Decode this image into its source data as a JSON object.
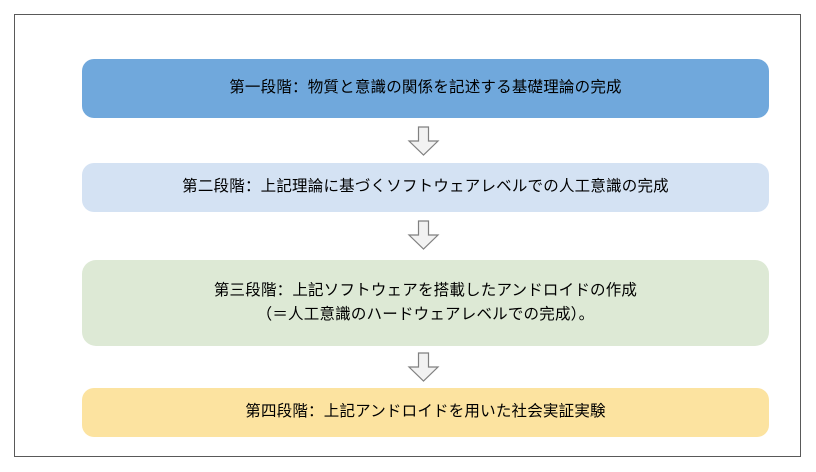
{
  "diagram": {
    "type": "vertical-flowchart",
    "orientation": "top-to-bottom",
    "frame": {
      "border_color": "#595959",
      "background": "#ffffff"
    },
    "stages": [
      {
        "id": "stage-1",
        "label": "第一段階：物質と意識の関係を記述する基礎理論の完成",
        "fill_color": "#70A8DC"
      },
      {
        "id": "stage-2",
        "label": "第二段階：上記理論に基づくソフトウェアレベルでの人工意識の完成",
        "fill_color": "#D4E2F3"
      },
      {
        "id": "stage-3",
        "label": "第三段階：上記ソフトウェアを搭載したアンドロイドの作成\n（＝人工意識のハードウェアレベルでの完成）。",
        "fill_color": "#DDE9D5"
      },
      {
        "id": "stage-4",
        "label": "第四段階：上記アンドロイドを用いた社会実証実験",
        "fill_color": "#FCE3A0"
      }
    ],
    "connectors": [
      {
        "id": "connector-1",
        "icon": "arrow-down-icon",
        "from": "stage-1",
        "to": "stage-2",
        "fill_color": "#F2F2F2",
        "stroke_color": "#808080"
      },
      {
        "id": "connector-2",
        "icon": "arrow-down-icon",
        "from": "stage-2",
        "to": "stage-3",
        "fill_color": "#F2F2F2",
        "stroke_color": "#808080"
      },
      {
        "id": "connector-3",
        "icon": "arrow-down-icon",
        "from": "stage-3",
        "to": "stage-4",
        "fill_color": "#F2F2F2",
        "stroke_color": "#808080"
      }
    ]
  }
}
